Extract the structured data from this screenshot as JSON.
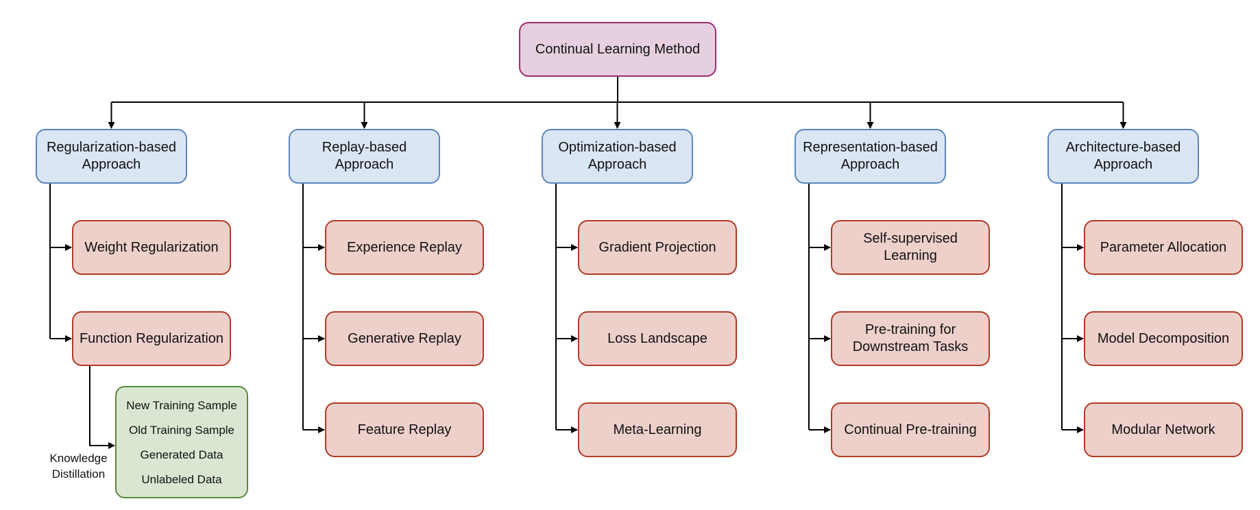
{
  "root": "Continual Learning Method",
  "categories": [
    {
      "label": "Regularization-based\nApproach",
      "children": [
        "Weight Regularization",
        "Function Regularization"
      ]
    },
    {
      "label": "Replay-based\nApproach",
      "children": [
        "Experience Replay",
        "Generative Replay",
        "Feature Replay"
      ]
    },
    {
      "label": "Optimization-based\nApproach",
      "children": [
        "Gradient Projection",
        "Loss Landscape",
        "Meta-Learning"
      ]
    },
    {
      "label": "Representation-based\nApproach",
      "children": [
        "Self-supervised\nLearning",
        "Pre-training for\nDownstream Tasks",
        "Continual Pre-training"
      ]
    },
    {
      "label": "Architecture-based\nApproach",
      "children": [
        "Parameter Allocation",
        "Model Decomposition",
        "Modular Network"
      ]
    }
  ],
  "knowledge_distillation": {
    "label": "Knowledge\nDistillation",
    "items": [
      "New Training Sample",
      "Old Training Sample",
      "Generated Data",
      "Unlabeled Data"
    ]
  },
  "colors": {
    "root_fill": "#e6d0df",
    "root_border": "#9c2d6e",
    "category_fill": "#dae6f3",
    "category_border": "#5b85c2",
    "leaf_fill": "#eed0cb",
    "leaf_border": "#b03a26",
    "distill_fill": "#d9e7d2",
    "distill_border": "#5b8a3c"
  }
}
